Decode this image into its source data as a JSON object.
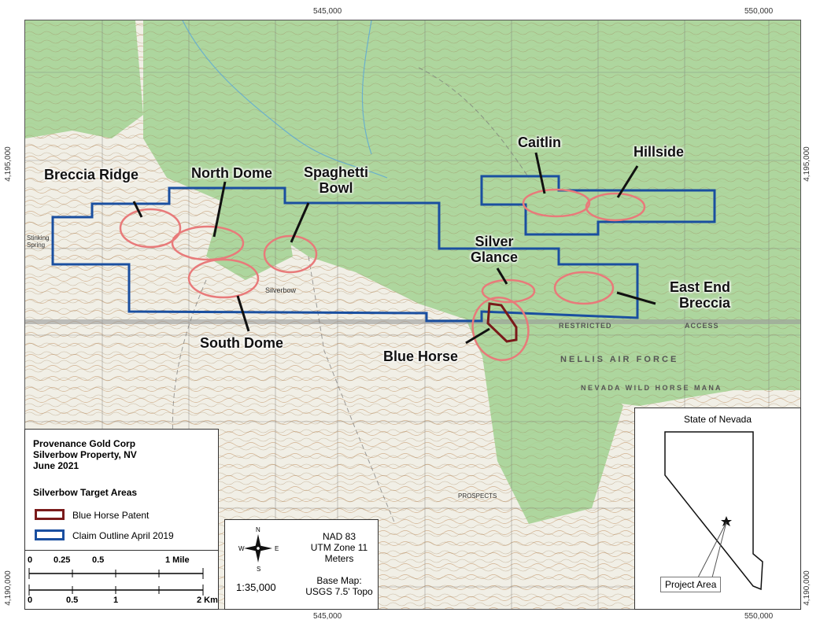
{
  "map": {
    "coords": {
      "top_x": [
        "545,000",
        "550,000"
      ],
      "bottom_x": [
        "545,000",
        "550,000"
      ],
      "left_y": [
        "4,195,000",
        "4,190,000"
      ],
      "right_y": [
        "4,195,000",
        "4,190,000"
      ]
    },
    "targets": [
      {
        "name": "Breccia Ridge"
      },
      {
        "name": "North Dome"
      },
      {
        "name": "Spaghetti Bowl"
      },
      {
        "name": "South Dome"
      },
      {
        "name": "Caitlin"
      },
      {
        "name": "Hillside"
      },
      {
        "name": "Silver Glance"
      },
      {
        "name": "East End Breccia"
      },
      {
        "name": "Blue Horse"
      }
    ],
    "topo_text": {
      "restricted": "RESTRICTED",
      "access": "ACCESS",
      "nellis": "N E L L I S   A I R   F O R C E",
      "wild_horse": "N E V A D A   W I L D   H O R S E   M A N A",
      "silverbow": "Silverbow",
      "stinking_spring": "Stinking Spring",
      "prospects": "PROSPECTS"
    },
    "colors": {
      "claim_outline": "#1a4fa0",
      "patent": "#7a1a1a",
      "target_ellipse": "#e87a7a",
      "vegetation": "#a9d49a",
      "contour": "#b88c5c"
    }
  },
  "legend": {
    "company": "Provenance Gold Corp",
    "property": "Silverbow Property, NV",
    "date": "June 2021",
    "section_title": "Silverbow Target Areas",
    "items": [
      {
        "label": "Blue Horse Patent",
        "color": "#7a1a1a"
      },
      {
        "label": "Claim Outline April 2019",
        "color": "#1a4fa0"
      }
    ]
  },
  "scale": {
    "miles_labels": [
      "0",
      "0.25",
      "0.5",
      "1 Mile"
    ],
    "km_labels": [
      "0",
      "0.5",
      "1",
      "2 Km"
    ]
  },
  "projection": {
    "datum": "NAD 83",
    "zone": "UTM Zone 11",
    "units": "Meters",
    "ratio": "1:35,000",
    "base1": "Base Map:",
    "base2": "USGS 7.5' Topo",
    "compass": [
      "N",
      "S",
      "E",
      "W"
    ]
  },
  "inset": {
    "title": "State of Nevada",
    "project_label": "Project Area"
  }
}
